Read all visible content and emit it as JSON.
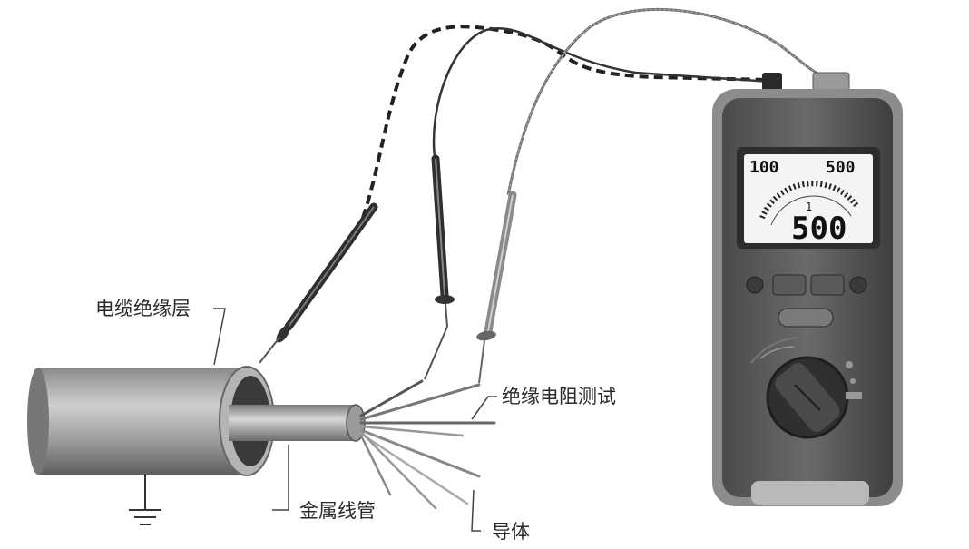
{
  "labels": {
    "cable_insulation": "电缆绝缘层",
    "insulation_test": "绝缘电阻测试",
    "metal_conduit": "金属线管",
    "conductor": "导体"
  },
  "meter": {
    "display_top_left": "100",
    "display_top_right": "500",
    "display_main": "500",
    "display_mid": "1"
  }
}
